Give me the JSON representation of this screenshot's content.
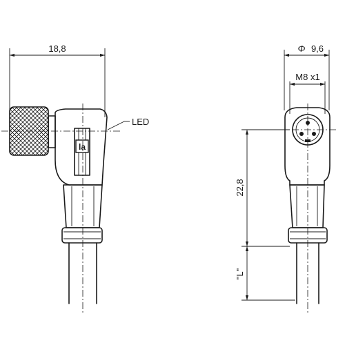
{
  "dimensions": {
    "width_left": "18,8",
    "diameter_symbol": "Φ",
    "diameter_value": "9,6",
    "thread": "M8 x1",
    "height": "22,8",
    "length": "\"L\""
  },
  "labels": {
    "led": "LED",
    "logo": "la"
  }
}
